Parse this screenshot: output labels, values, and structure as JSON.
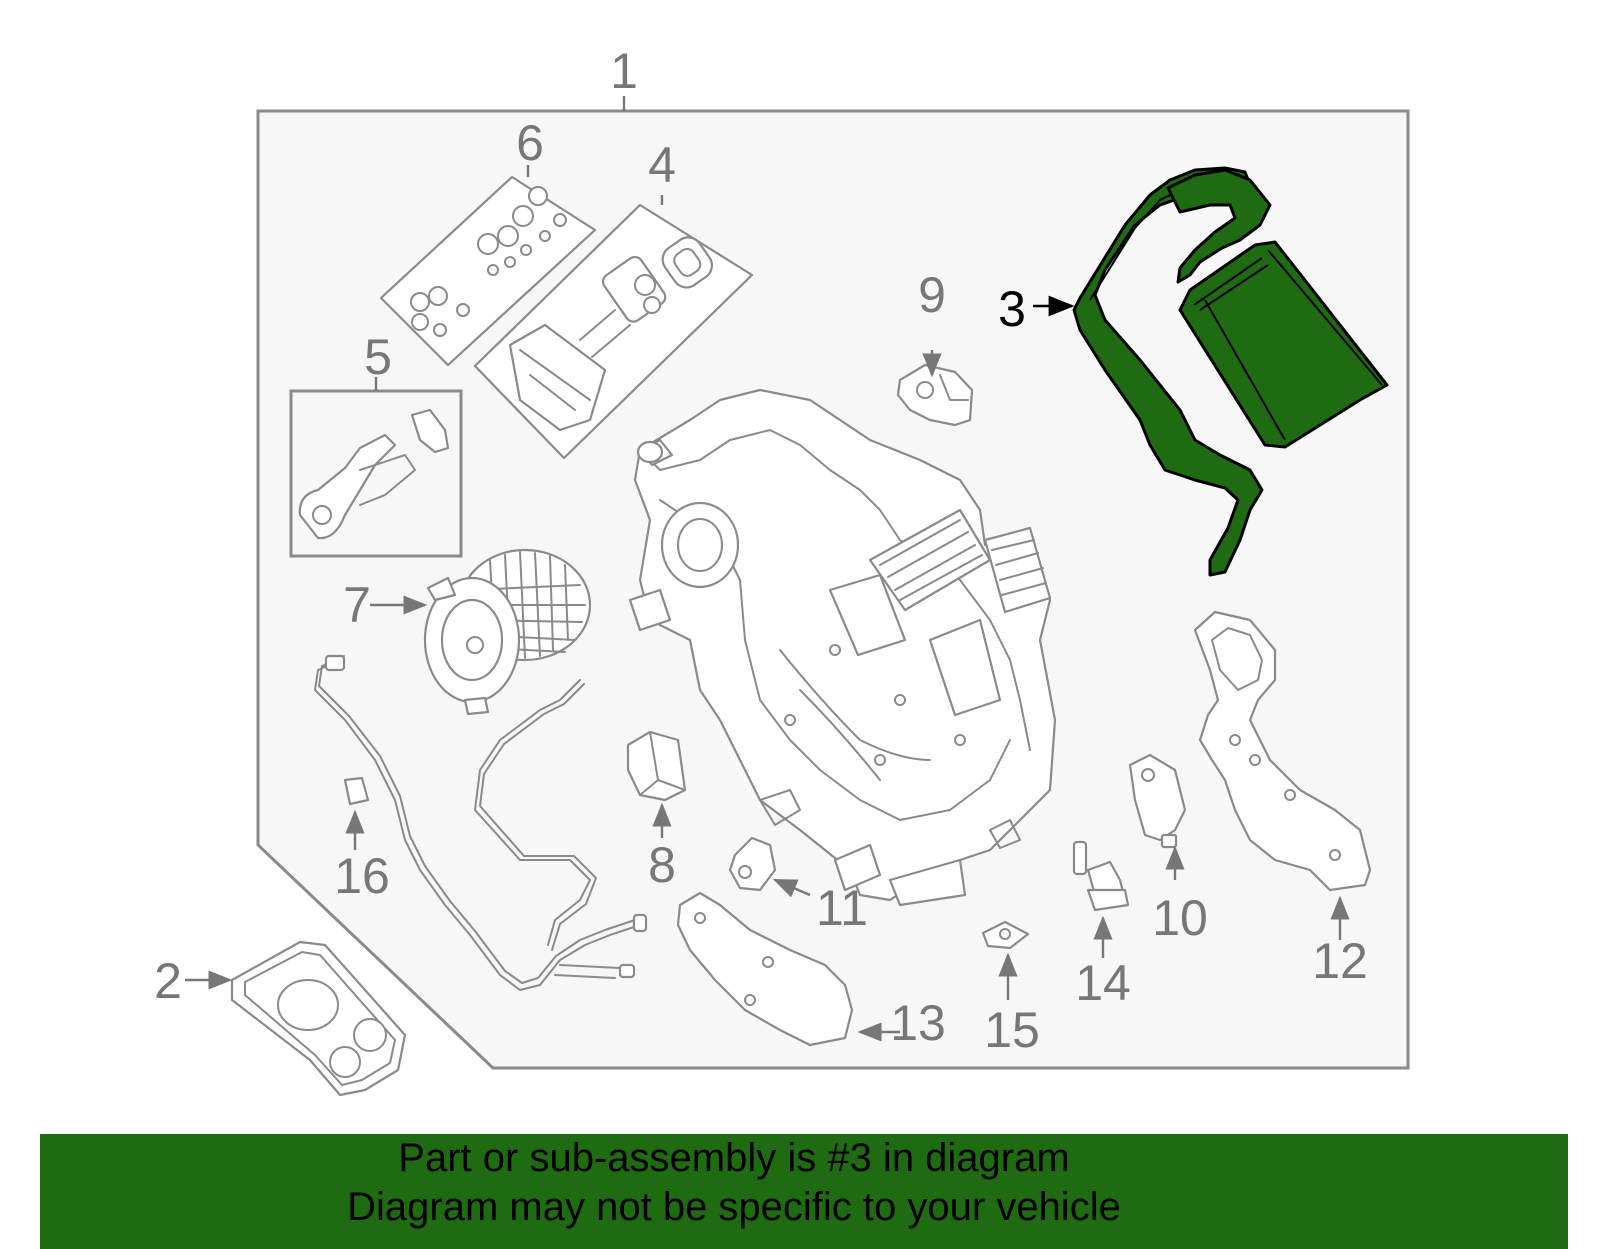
{
  "diagram": {
    "callouts": [
      "1",
      "2",
      "3",
      "4",
      "5",
      "6",
      "7",
      "8",
      "9",
      "10",
      "11",
      "12",
      "13",
      "14",
      "15",
      "16"
    ],
    "highlighted_part": "3",
    "highlight_color": "#1f6b12"
  },
  "banner": {
    "line1": "Part or sub-assembly is #3 in diagram",
    "line2": "Diagram may not be specific to your vehicle",
    "background": "#1f6b12"
  }
}
